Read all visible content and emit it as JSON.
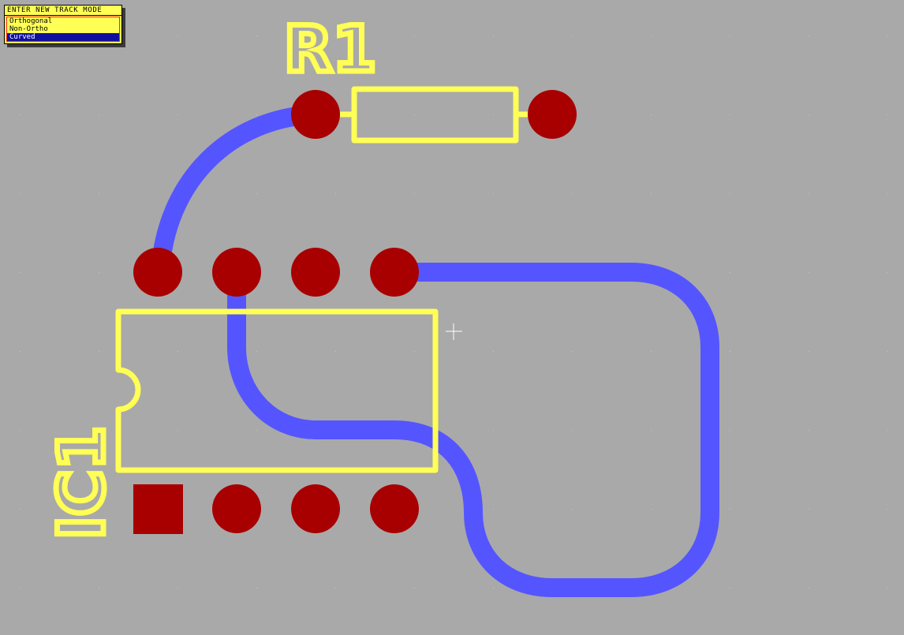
{
  "colors": {
    "background": "#a9a9a9",
    "grid_dot": "#c6c6c6",
    "pad": "#a80000",
    "track": "#5555ff",
    "silkscreen": "#ffff55",
    "menu_bg": "#ffff55",
    "menu_selected": "#1010a0"
  },
  "track_mode_menu": {
    "title": "ENTER NEW TRACK MODE",
    "options": [
      "Orthogonal",
      "Non-Ortho",
      "Curved"
    ],
    "selected": "Curved"
  },
  "components": {
    "r1": {
      "designator": "R1"
    },
    "ic1": {
      "designator": "IC1"
    }
  }
}
